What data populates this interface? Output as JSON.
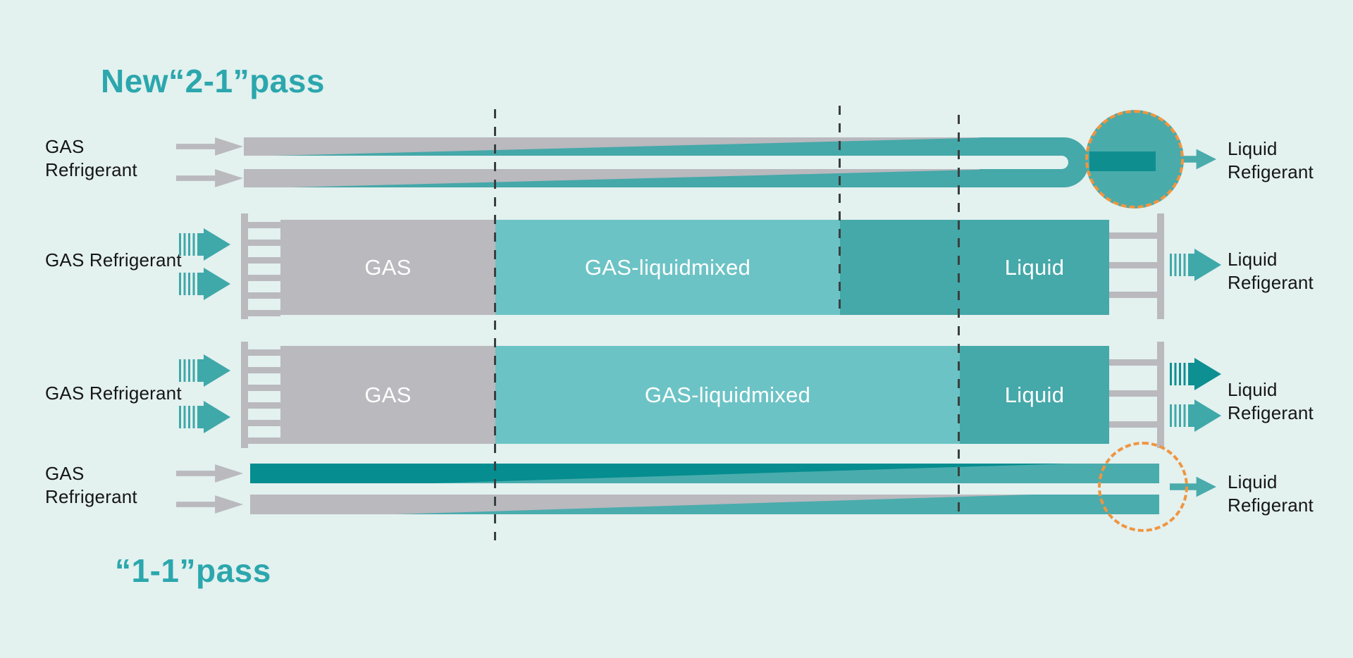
{
  "titles": {
    "new_pass": "New“2-1”pass",
    "old_pass": "“1-1”pass"
  },
  "labels": {
    "gas_refrigerant_line1": "GAS",
    "gas_refrigerant_line2": "Refrigerant",
    "gas_refrigerant_inline": "GAS Refrigerant",
    "liquid_line1": "Liquid",
    "liquid_line2": "Refigerant"
  },
  "segments": {
    "gas": "GAS",
    "mixed": "GAS-liquidmixed",
    "liquid": "Liquid"
  },
  "colors": {
    "background": "#e3f1ef",
    "pipe_gray": "#b9b9be",
    "teal_light": "#6cc3c5",
    "teal_mid": "#45a8a9",
    "teal_dark": "#058d8f",
    "title_teal": "#2ba7ad",
    "highlight_orange": "#f0953f",
    "text_dark": "#161616",
    "text_white": "#ffffff"
  }
}
